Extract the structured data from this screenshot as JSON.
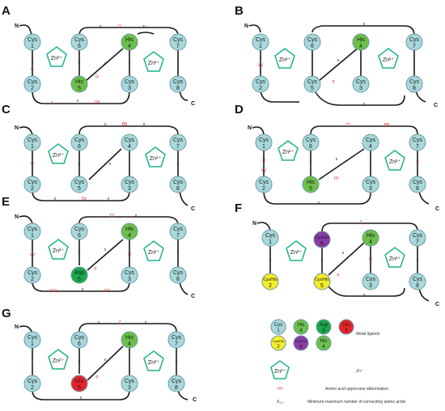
{
  "panels": {
    "A": {
      "label": "A",
      "n": "N",
      "c": "C",
      "zn": "Zn²⁺",
      "nodes": [
        "Cys 1",
        "Cys 2",
        "Cys 6",
        "His 5",
        "His 4",
        "Cys 3",
        "Cys 7",
        "Cys 8"
      ],
      "annotations": {
        "top1": "x",
        "top2": "G",
        "top3": "x₁,₁",
        "left": "x",
        "mid": "x",
        "diag": "x",
        "pred": "G",
        "botA": "x",
        "botB": "x",
        "botC": "x",
        "rightA": "x",
        "rightB": "x"
      }
    },
    "B": {
      "label": "B",
      "n": "N",
      "c": "C",
      "zn": "Zn²⁺",
      "nodes": [
        "Cys 1",
        "Cys 2",
        "Cys 6",
        "Cys 5",
        "His 4",
        "Cys 3",
        "Cys 7",
        "Cys 8"
      ],
      "annotations": {
        "top": "x",
        "left": "x",
        "mid": "x",
        "diag": "x",
        "bot": "x",
        "right": "x"
      }
    },
    "C": {
      "label": "C",
      "n": "N",
      "c": "C",
      "zn": "Zn²⁺",
      "nodes": [
        "Cys 1",
        "Cys 2",
        "Cys 6",
        "Cys 5",
        "Cys 4",
        "Cys 3",
        "Cys 7",
        "Cys 8"
      ],
      "annotations": {
        "top1": "x",
        "top2": "BB",
        "top3": "x",
        "left": "x",
        "mid": "x",
        "diag": "x",
        "bot1": "x",
        "bot2": "Ds",
        "bot3": "x",
        "right": "x"
      }
    },
    "D": {
      "label": "D",
      "n": "N",
      "c": "C",
      "zn": "Zn²⁺",
      "nodes": [
        "Cys 1",
        "Cys 2",
        "Cys 6",
        "His 5",
        "Cys 4",
        "Cys 3",
        "Cys 7",
        "Cys 8"
      ],
      "annotations": {
        "top1": "ZZ",
        "top2": "BB",
        "left": "x",
        "mid": "x",
        "diag": "x",
        "bot": "x",
        "right": "x"
      }
    },
    "E": {
      "label": "E",
      "n": "N",
      "c": "C",
      "zn": "Zn²⁺",
      "nodes": [
        "Cys 1",
        "Cys 2",
        "Cys 6",
        "Asp 5",
        "His 4",
        "Cys 3",
        "Cys 7",
        "Cys 8"
      ],
      "annotations": {
        "top1": "ZZ",
        "top2": "x",
        "left": "x",
        "mid": "x",
        "diag": "x",
        "bot1": "XXX",
        "bot2": "x",
        "bot3": "x",
        "right": "x"
      }
    },
    "F": {
      "label": "F",
      "n": "N",
      "c": "C",
      "zn": "Zn²⁺",
      "nodes": [
        "Cys 1",
        "Cys/His 2",
        "Cys/Glu 6",
        "Cys/His 5",
        "His 4",
        "Cys 3",
        "Cys 7",
        "Cys 8"
      ],
      "annotations": {
        "top": "x",
        "left": "x",
        "mid": "x",
        "diag": "x",
        "bot": "x",
        "right": "x"
      }
    },
    "G": {
      "label": "G",
      "n": "N",
      "c": "C",
      "zn": "Zn²⁺",
      "nodes": [
        "Cys 1",
        "Cys 2",
        "Cys 6",
        "Glu 5",
        "His 4",
        "Cys 3",
        "Cys 7",
        "Cys 8"
      ],
      "annotations": {
        "top1": "Z",
        "top2": "x",
        "left": "x",
        "mid": "x",
        "diag": "x",
        "bot": "x",
        "right": "x"
      }
    }
  },
  "legend": {
    "nodes": [
      "Cys 1",
      "His 4",
      "Asp 5",
      "Glu 5",
      "Cys/His 2",
      "Cys/Glu 6",
      "His 4"
    ],
    "metal_ligands": "Metal ligands",
    "zn_label": "Zn⁺",
    "zn_symbol": "Zn²⁺",
    "aa_symbol": "VV",
    "aa_label": "Amino acid uppercase abbreviation",
    "x_symbol": "X₁,₁",
    "x_label": "Minimum-maximum number of connecting amino acids"
  },
  "colors": {
    "cys": "#a8d8dc",
    "his": "#6cc04a",
    "asp": "#1aa84a",
    "glu": "#e8232a",
    "cyshis": "#f3ec2a",
    "cysglu": "#8b3aa8",
    "zn_stroke": "#1db48a",
    "annotation_red": "#d9312b"
  }
}
